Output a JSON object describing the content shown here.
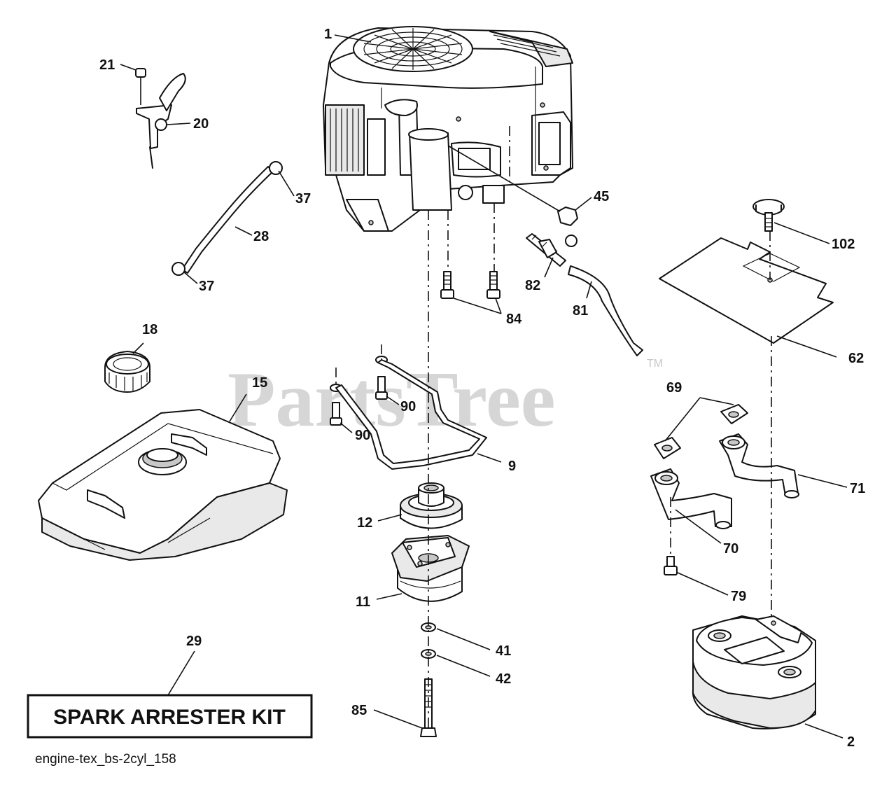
{
  "watermark": {
    "text": "PartsTree",
    "trademark": "TM"
  },
  "callouts": [
    "1",
    "21",
    "20",
    "37",
    "28",
    "37",
    "45",
    "102",
    "82",
    "84",
    "81",
    "18",
    "15",
    "62",
    "90",
    "90",
    "69",
    "9",
    "12",
    "71",
    "70",
    "11",
    "79",
    "41",
    "42",
    "29",
    "85",
    "2"
  ],
  "kit_box": {
    "label": "SPARK ARRESTER KIT"
  },
  "diagram_code": "engine-tex_bs-2cyl_158"
}
